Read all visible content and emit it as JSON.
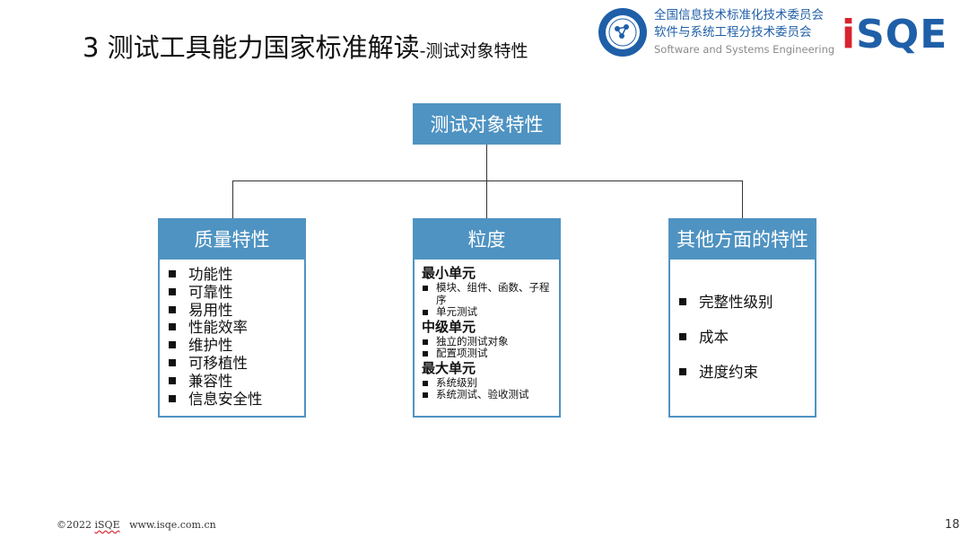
{
  "header": {
    "title": "3 测试工具能力国家标准解读",
    "subtitle": "-测试对象特性",
    "org_line1": "全国信息技术标准化技术委员会",
    "org_line2": "软件与系统工程分技术委员会",
    "org_line3": "Software and Systems Engineering",
    "brand_i": "i",
    "brand_rest": "SQE"
  },
  "diagram": {
    "root": "测试对象特性",
    "quality": {
      "title": "质量特性",
      "items": [
        "功能性",
        "可靠性",
        "易用性",
        "性能效率",
        "维护性",
        "可移植性",
        "兼容性",
        "信息安全性"
      ]
    },
    "granularity": {
      "title": "粒度",
      "groups": [
        {
          "name": "最小单元",
          "items": [
            "模块、组件、函数、子程序",
            "单元测试"
          ]
        },
        {
          "name": "中级单元",
          "items": [
            "独立的测试对象",
            "配置项测试"
          ]
        },
        {
          "name": "最大单元",
          "items": [
            "系统级别",
            "系统测试、验收测试"
          ]
        }
      ]
    },
    "other": {
      "title": "其他方面的特性",
      "items": [
        "完整性级别",
        "成本",
        "进度约束"
      ]
    }
  },
  "footer": {
    "copyright_prefix": "©2022 ",
    "brand": "iSQE",
    "url": "   www.isqe.com.cn",
    "page_number": "18"
  },
  "colors": {
    "box_fill": "#4f93c2",
    "brand_blue": "#1f5fa8",
    "brand_red": "#d9232e"
  }
}
